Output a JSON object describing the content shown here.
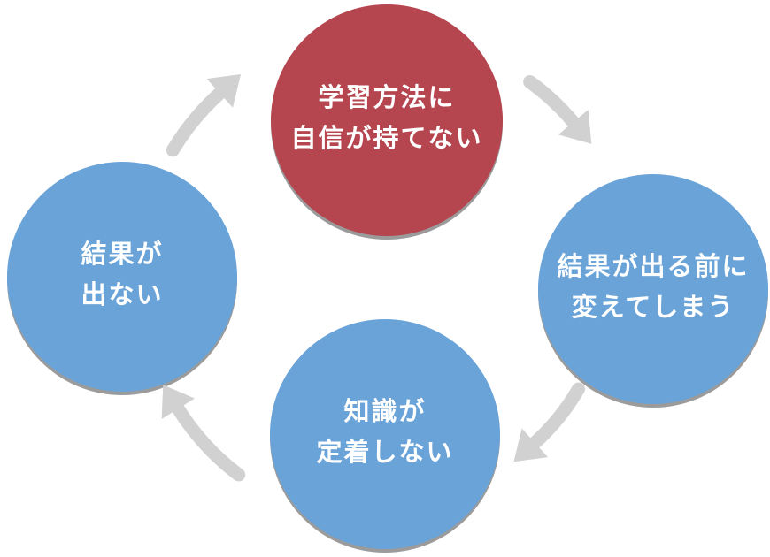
{
  "diagram": {
    "type": "cycle",
    "flow_direction": "clockwise",
    "nodes": [
      {
        "id": "top",
        "role": "highlight",
        "color": "#b5454f",
        "lines": [
          "学習方法に",
          "自信が持てない"
        ]
      },
      {
        "id": "right",
        "role": "step",
        "color": "#6aa3d8",
        "lines": [
          "結果が出る前に",
          "変えてしまう"
        ]
      },
      {
        "id": "bottom",
        "role": "step",
        "color": "#6aa3d8",
        "lines": [
          "知識が",
          "定着しない"
        ]
      },
      {
        "id": "left",
        "role": "step",
        "color": "#6aa3d8",
        "lines": [
          "結果が",
          "出ない"
        ]
      }
    ],
    "arrows": [
      {
        "from": "left",
        "to": "top"
      },
      {
        "from": "top",
        "to": "right"
      },
      {
        "from": "right",
        "to": "bottom"
      },
      {
        "from": "bottom",
        "to": "left"
      }
    ]
  },
  "colors": {
    "highlight_red": "#b5454f",
    "node_blue": "#6aa3d8",
    "arrow_gray": "#d1d1d1",
    "shadow_gray": "#9b9b9b",
    "text_white": "#ffffff",
    "background": "#ffffff"
  }
}
